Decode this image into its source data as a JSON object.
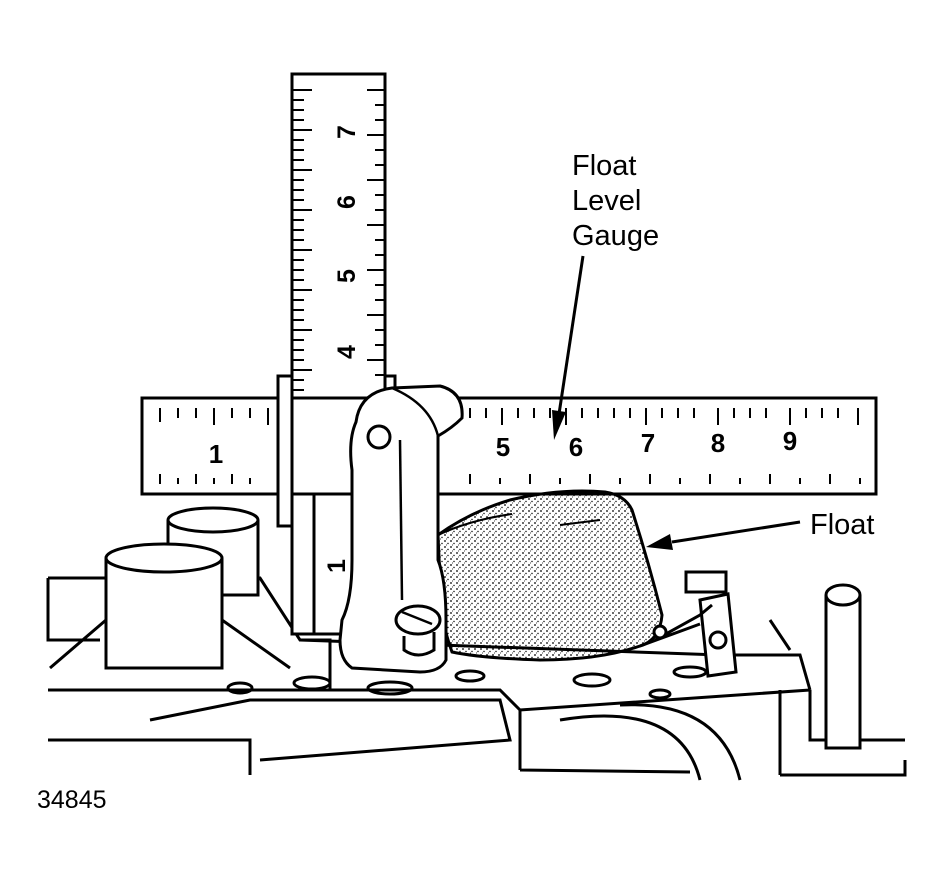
{
  "labels": {
    "gauge_line1": "Float",
    "gauge_line2": "Level",
    "gauge_line3": "Gauge",
    "float": "Float"
  },
  "figure_number": "34845",
  "vertical_scale_numbers": [
    "4",
    "5",
    "6",
    "7",
    "1"
  ],
  "horizontal_scale_numbers": [
    "1",
    "5",
    "6",
    "7",
    "8",
    "9"
  ]
}
